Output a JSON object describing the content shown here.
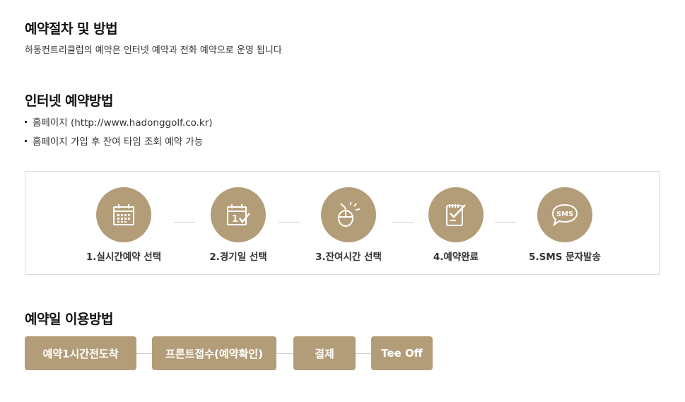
{
  "procedure": {
    "title": "예약절차 및 방법",
    "description": "하동컨트리클럽의 예약은 인터넷 예약과 전화 예약으로 운영 됩니다"
  },
  "internet": {
    "title": "인터넷 예약방법",
    "bullets": [
      "홈페이지 (http://www.hadonggolf.co.kr)",
      "홈페이지 가입 후 잔여 타임 조회 예약 가능"
    ]
  },
  "steps": [
    {
      "label": "1.실시간예약 선택",
      "icon": "calendar-icon"
    },
    {
      "label": "2.경기일 선택",
      "icon": "calendar-check-icon"
    },
    {
      "label": "3.잔여시간 선택",
      "icon": "mouse-click-icon"
    },
    {
      "label": "4.예약완료",
      "icon": "clipboard-check-icon"
    },
    {
      "label": "5.SMS 문자발송",
      "icon": "sms-bubble-icon",
      "icon_text": "SMS"
    }
  ],
  "calendar_day": "1",
  "usage": {
    "title": "예약일 이용방법",
    "flow": [
      "예약1시간전도착",
      "프론트접수(예약확인)",
      "결제",
      "Tee Off"
    ]
  },
  "colors": {
    "accent": "#b39d79",
    "line": "#cfcfcf",
    "border": "#dcdcdc"
  }
}
